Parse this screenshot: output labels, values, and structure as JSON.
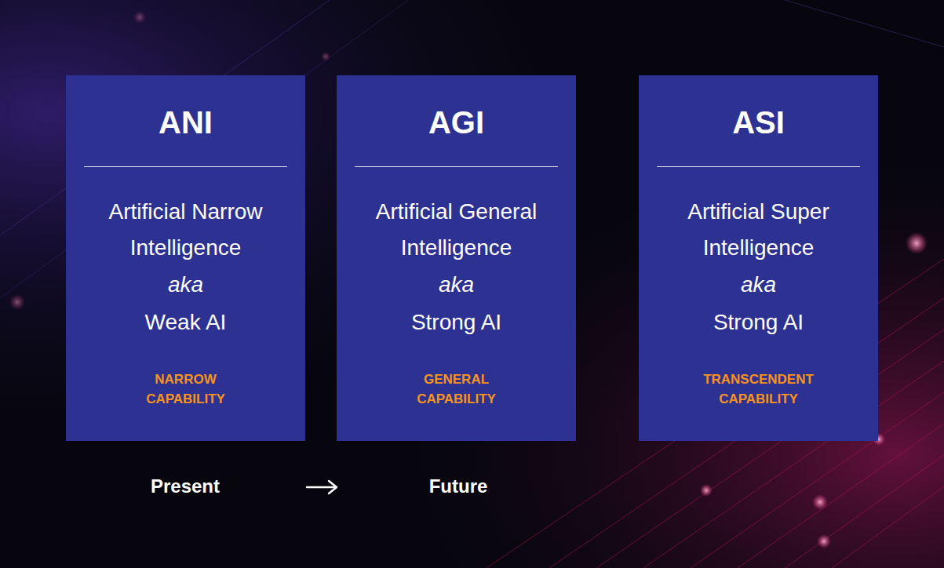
{
  "diagram": {
    "nodes": [
      {
        "text": [
          "ANI",
          "Artificial Narrow Intelligence",
          "aka",
          "Weak AI",
          "NARROW CAPABILITY"
        ]
      },
      {
        "text": [
          "AGI",
          "Artificial General Intelligence",
          "aka",
          "Strong AI",
          "GENERAL CAPABILITY"
        ]
      },
      {
        "text": [
          "ASI",
          "Artificial Super Intelligence",
          "aka",
          "Strong AI",
          "TRANSCENDENT CAPABILITY"
        ]
      }
    ],
    "labels": [
      "Present",
      "Future"
    ]
  }
}
